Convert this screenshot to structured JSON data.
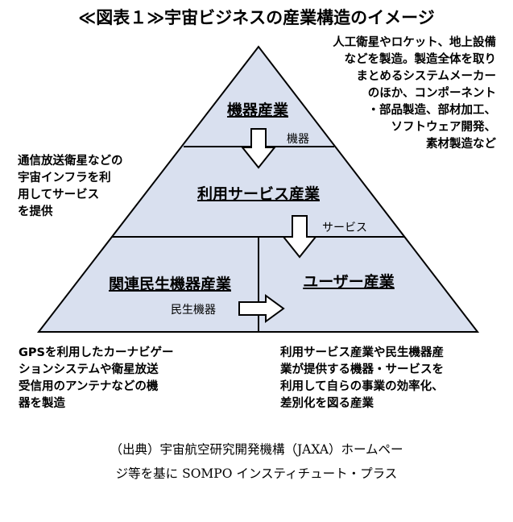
{
  "title": "≪図表１≫宇宙ビジネスの産業構造のイメージ",
  "tiers": {
    "top": "機器産業",
    "middle": "利用サービス産業",
    "bottom_left": "関連民生機器産業",
    "bottom_right": "ユーザー産業"
  },
  "flows": {
    "kiki": "機器",
    "service": "サービス",
    "minsei": "民生機器"
  },
  "notes": {
    "top_right": [
      "人工衛星やロケット、地上設備",
      "などを製造。製造全体を取り",
      "まとめるシステムメーカー",
      "のほか、コンポーネント",
      "・部品製造、部材加工、",
      "ソフトウェア開発、",
      "素材製造など"
    ],
    "left": [
      "通信放送衛星などの",
      "宇宙インフラを利",
      "用してサービス",
      "を提供"
    ],
    "bottom_left": [
      "GPSを利用したカーナビゲー",
      "ションシステムや衛星放送",
      "受信用のアンテナなどの機",
      "器を製造"
    ],
    "bottom_right": [
      "利用サービス産業や民生機器産",
      "業が提供する機器・サービスを",
      "利用して自らの事業の効率化、",
      "差別化を図る産業"
    ]
  },
  "source": [
    "（出典）宇宙航空研究開発機構（JAXA）ホームペー",
    "ジ等を基に SOMPO インスティチュート・プラス"
  ],
  "colors": {
    "pyramid_fill": "#d9e0ef",
    "line": "#000000"
  }
}
